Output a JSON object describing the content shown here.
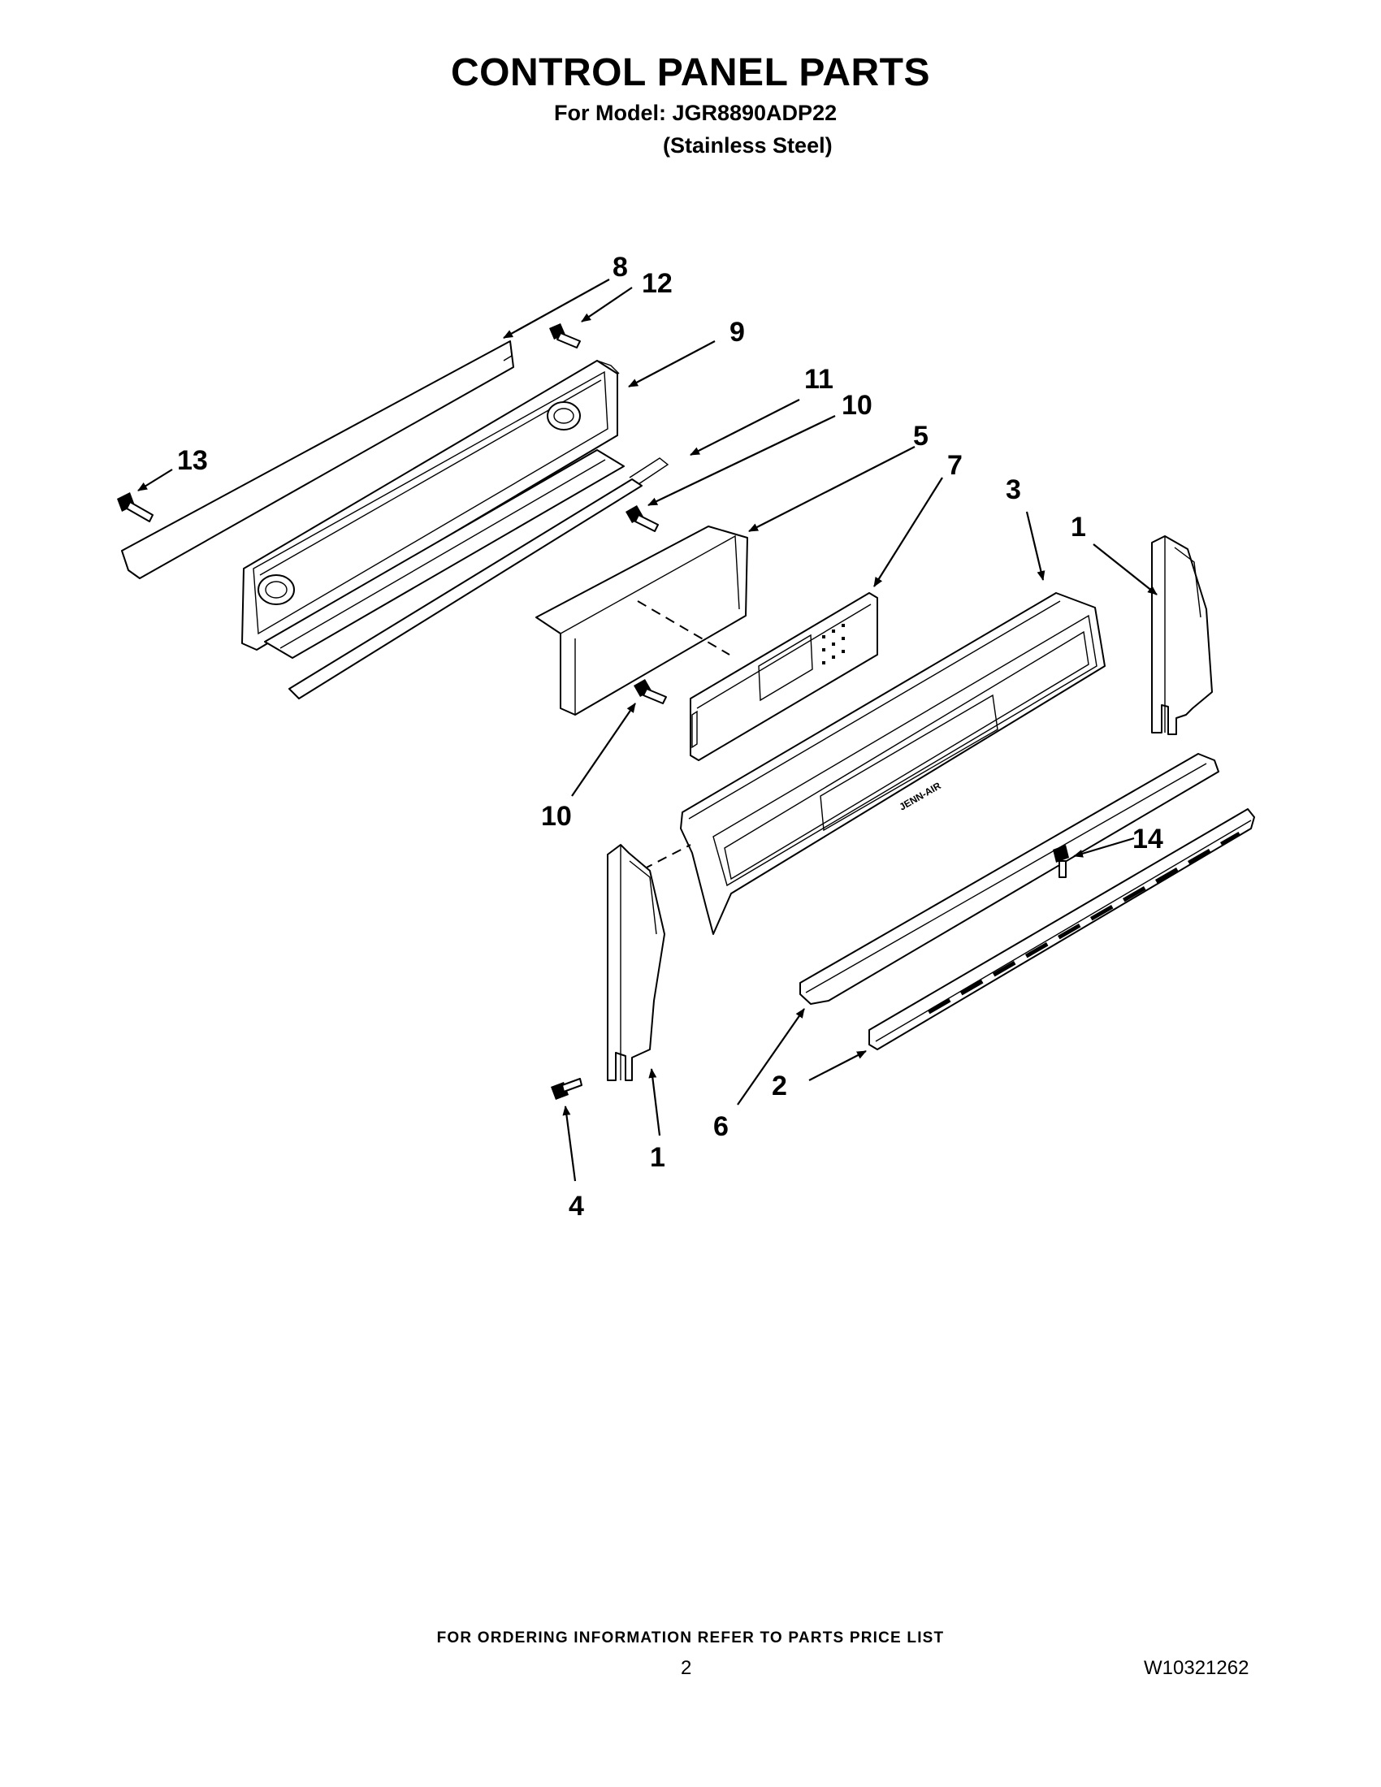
{
  "header": {
    "title": "CONTROL PANEL PARTS",
    "model_line": "For Model: JGR8890ADP22",
    "finish_line": "(Stainless Steel)"
  },
  "diagram": {
    "callouts": [
      "8",
      "12",
      "9",
      "11",
      "10",
      "5",
      "13",
      "7",
      "3",
      "1",
      "10",
      "14",
      "2",
      "6",
      "1",
      "4"
    ],
    "brand_label": "JENN-AIR"
  },
  "footer": {
    "ordering_note": "FOR ORDERING INFORMATION REFER TO PARTS PRICE LIST",
    "page_number": "2",
    "document_id": "W10321262"
  }
}
